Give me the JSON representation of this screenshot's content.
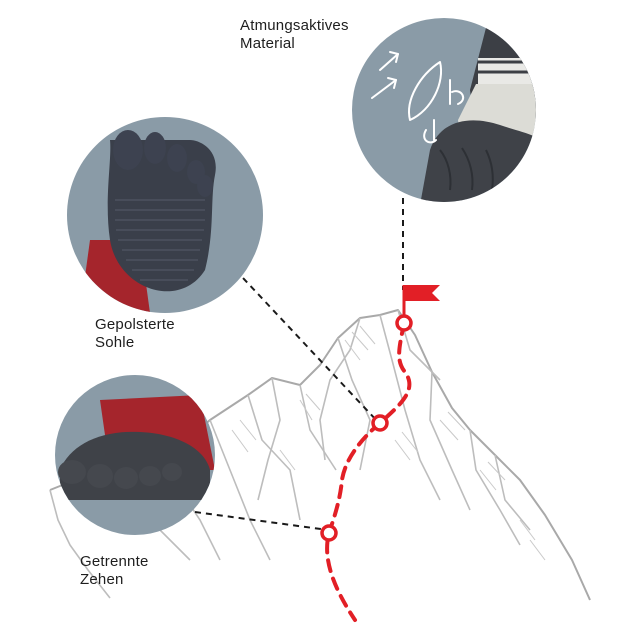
{
  "labels": {
    "material": {
      "line1": "Atmungsaktives",
      "line2": "Material"
    },
    "sole": {
      "line1": "Gepolsterte",
      "line2": "Sohle"
    },
    "toes": {
      "line1": "Getrennte",
      "line2": "Zehen"
    }
  },
  "colors": {
    "route": "#e21f26",
    "circle_bg": "#8a9ba7",
    "sock_dark": "#3a3f4a",
    "sock_red": "#a5252c",
    "mountain_line": "#b9b9b9",
    "leader_line": "#1a1a1a"
  },
  "icons": [
    "breathable-air-icon",
    "summit-flag-icon"
  ]
}
